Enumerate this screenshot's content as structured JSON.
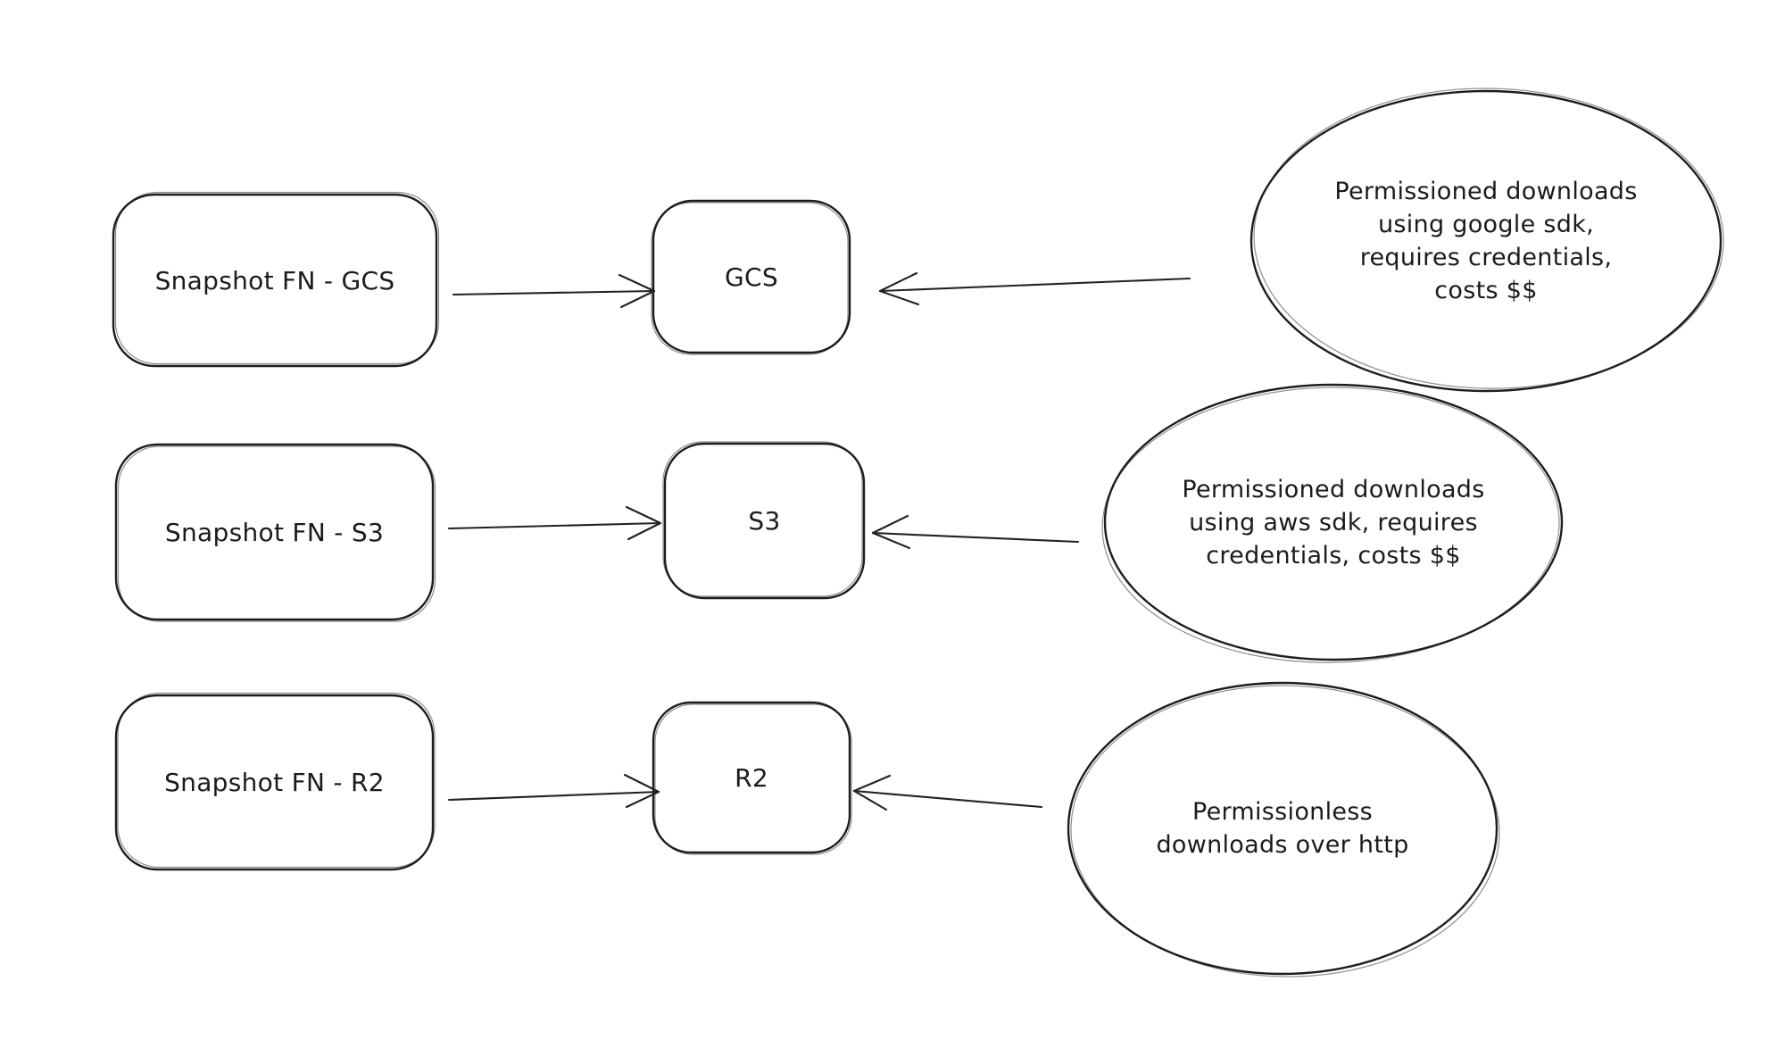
{
  "canvas": {
    "background": "#ffffff",
    "stroke_color": "#1d1d1d",
    "text_color": "#1b1b1b"
  },
  "flows": [
    {
      "id": "gcs",
      "source_label": "Snapshot FN - GCS",
      "store_label": "GCS",
      "note": "Permissioned downloads\nusing google sdk,\nrequires credentials,\ncosts $$"
    },
    {
      "id": "s3",
      "source_label": "Snapshot FN - S3",
      "store_label": "S3",
      "note": "Permissioned downloads\nusing aws sdk, requires\ncredentials, costs $$"
    },
    {
      "id": "r2",
      "source_label": "Snapshot FN - R2",
      "store_label": "R2",
      "note": "Permissionless\ndownloads over http"
    }
  ]
}
